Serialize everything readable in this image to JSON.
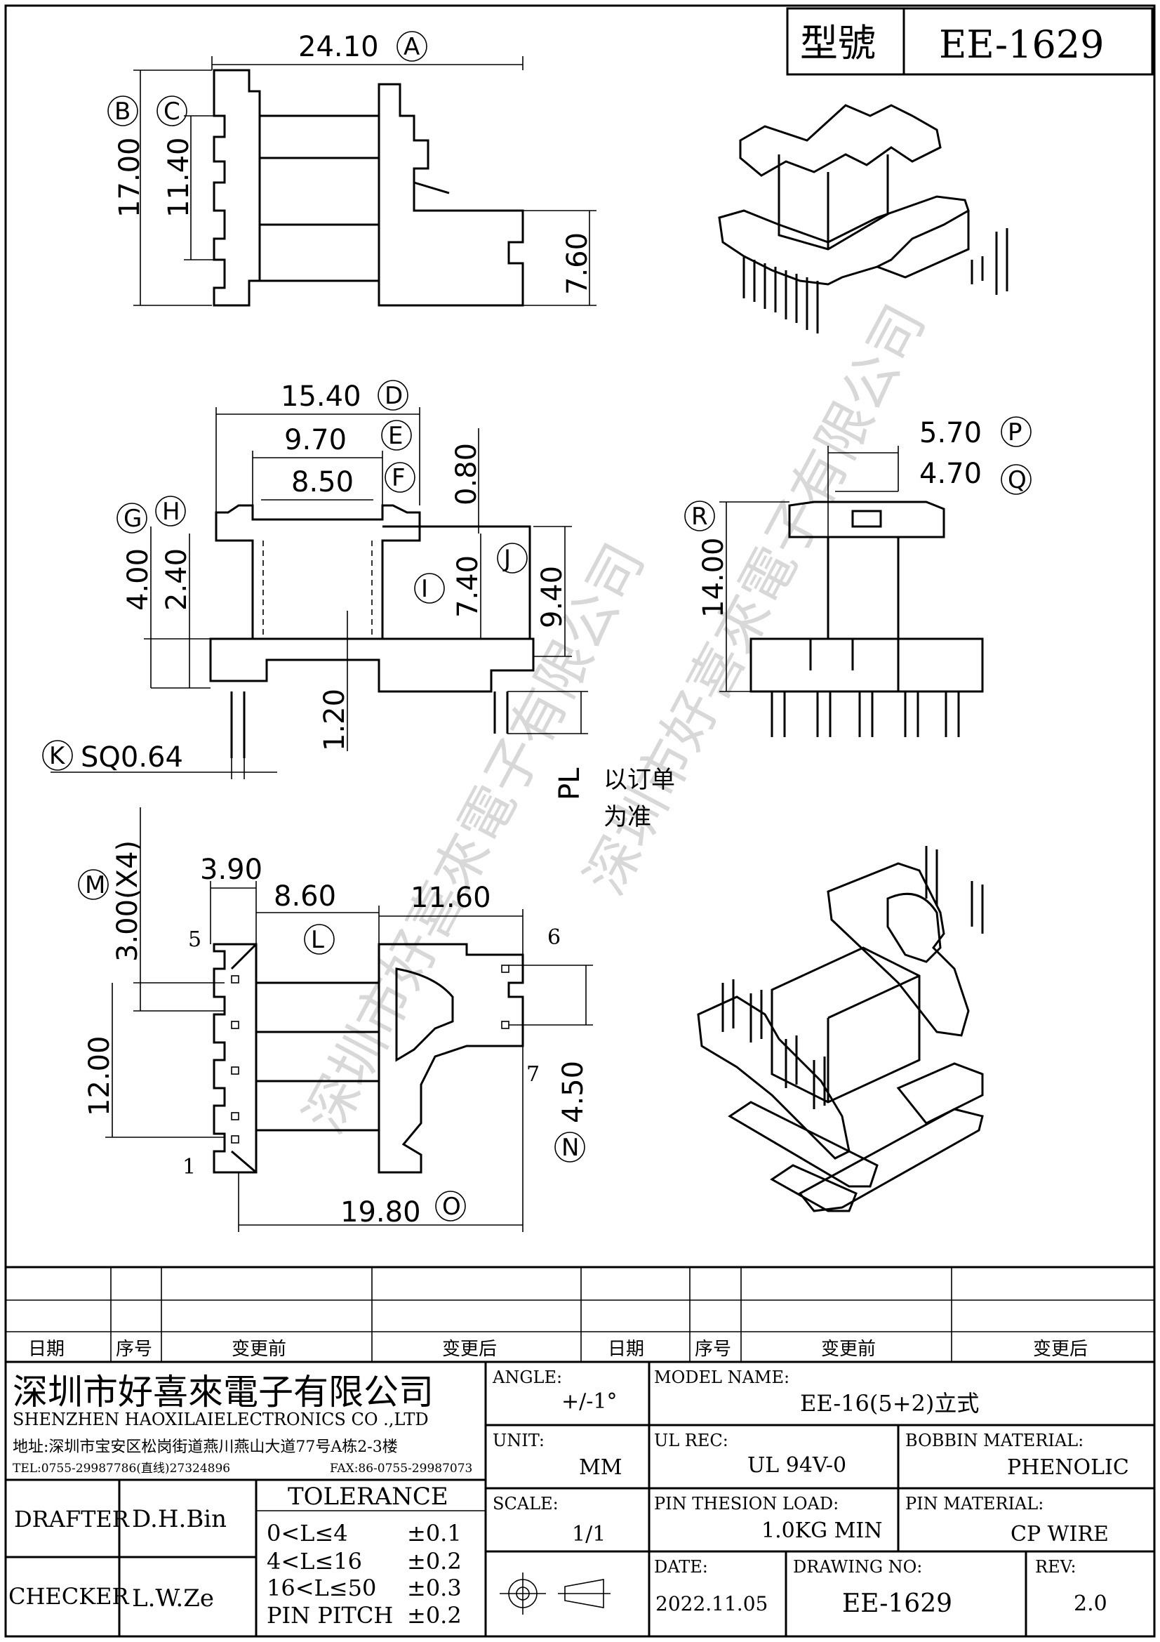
{
  "title_box": {
    "label": "型號",
    "model": "EE-1629"
  },
  "dims": {
    "A": "24.10",
    "B": "17.00",
    "C": "11.40",
    "v760": "7.60",
    "D": "15.40",
    "E": "9.70",
    "F": "8.50",
    "v080": "0.80",
    "G": "4.00",
    "H": "2.40",
    "I": "7.40",
    "J": "9.40",
    "v120": "1.20",
    "K": "SQ0.64",
    "PL": "PL",
    "P": "5.70",
    "Q": "4.70",
    "R": "14.00",
    "M": "3.00(X4)",
    "v390": "3.90",
    "L": "8.60",
    "v1160": "11.60",
    "v1200": "12.00",
    "N": "4.50",
    "O": "19.80"
  },
  "letters": [
    "A",
    "B",
    "C",
    "D",
    "E",
    "F",
    "G",
    "H",
    "I",
    "J",
    "K",
    "L",
    "M",
    "N",
    "O",
    "P",
    "Q",
    "R"
  ],
  "pl_note": [
    "以订单",
    "为准"
  ],
  "pins": {
    "p1": "1",
    "p5": "5",
    "p6": "6",
    "p7": "7"
  },
  "watermark": "深圳市好喜來電子有限公司",
  "revision_table": {
    "headers": [
      "日期",
      "序号",
      "变更前",
      "变更后",
      "日期",
      "序号",
      "变更前",
      "变更后"
    ]
  },
  "company": {
    "name_cn": "深圳市好喜來電子有限公司",
    "name_en": "SHENZHEN HAOXILAIELECTRONICS CO .,LTD",
    "address": "地址:深圳市宝安区松岗街道燕川燕山大道77号A栋2-3楼",
    "tel": "TEL:0755-29987786(直线)27324896",
    "fax": "FAX:86-0755-29987073"
  },
  "staff": {
    "drafter_label": "DRAFTER",
    "drafter": "D.H.Bin",
    "checker_label": "CHECKER",
    "checker": "L.W.Ze"
  },
  "tolerance": {
    "title": "TOLERANCE",
    "rows": [
      {
        "range": "0<L≤4",
        "value": "±0.1"
      },
      {
        "range": "4<L≤16",
        "value": "±0.2"
      },
      {
        "range": "16<L≤50",
        "value": "±0.3"
      },
      {
        "range": "PIN PITCH",
        "value": "±0.2"
      }
    ]
  },
  "spec": {
    "angle_label": "ANGLE:",
    "angle": "+/-1°",
    "unit_label": "UNIT:",
    "unit": "MM",
    "scale_label": "SCALE:",
    "scale": "1/1",
    "model_label": "MODEL NAME:",
    "model": "EE-16(5+2)立式",
    "ul_label": "UL REC:",
    "ul": "UL 94V-0",
    "bobbin_label": "BOBBIN MATERIAL:",
    "bobbin": "PHENOLIC",
    "pin_load_label": "PIN THESION LOAD:",
    "pin_load": "1.0KG MIN",
    "pin_mat_label": "PIN MATERIAL:",
    "pin_mat": "CP   WIRE",
    "date_label": "DATE:",
    "date": "2022.11.05",
    "drawing_label": "DRAWING NO:",
    "drawing": "EE-1629",
    "rev_label": "REV:",
    "rev": "2.0"
  }
}
